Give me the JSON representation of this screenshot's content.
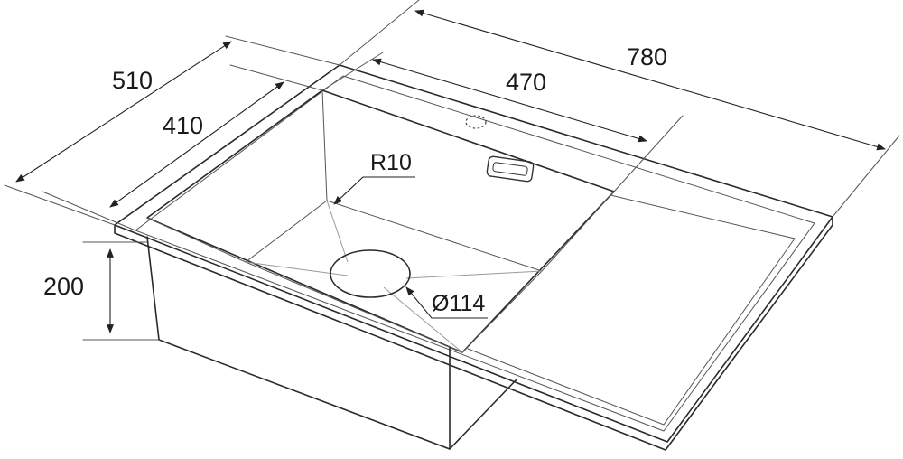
{
  "dimensions": {
    "overall_width": "780",
    "overall_depth": "510",
    "bowl_width": "470",
    "bowl_depth": "410",
    "bowl_height": "200",
    "corner_radius": "R10",
    "drain_diameter": "Ø114"
  },
  "colors": {
    "line": "#2a2a2a",
    "background": "#ffffff"
  }
}
